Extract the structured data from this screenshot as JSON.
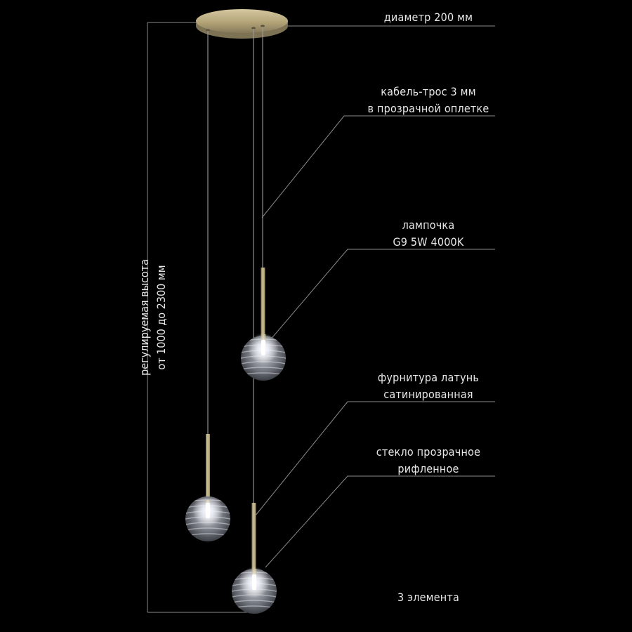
{
  "labels": {
    "diameter": "диаметр 200 мм",
    "cable_line1": "кабель-трос 3 мм",
    "cable_line2": "в прозрачной оплетке",
    "bulb_line1": "лампочка",
    "bulb_line2": "G9 5W 4000K",
    "fittings_line1": "фурнитура латунь",
    "fittings_line2": "сатинированная",
    "glass_line1": "стекло прозрачное",
    "glass_line2": "рифленное",
    "count": "3 элемента",
    "height_line1": "регулируемая высота",
    "height_line2": "от 1000 до 2300 мм"
  },
  "colors": {
    "background": "#000000",
    "brass": "#b9a97c",
    "leader_line": "#8a8a8a",
    "text": "#e8e8e8",
    "glass": "#7d8088"
  }
}
